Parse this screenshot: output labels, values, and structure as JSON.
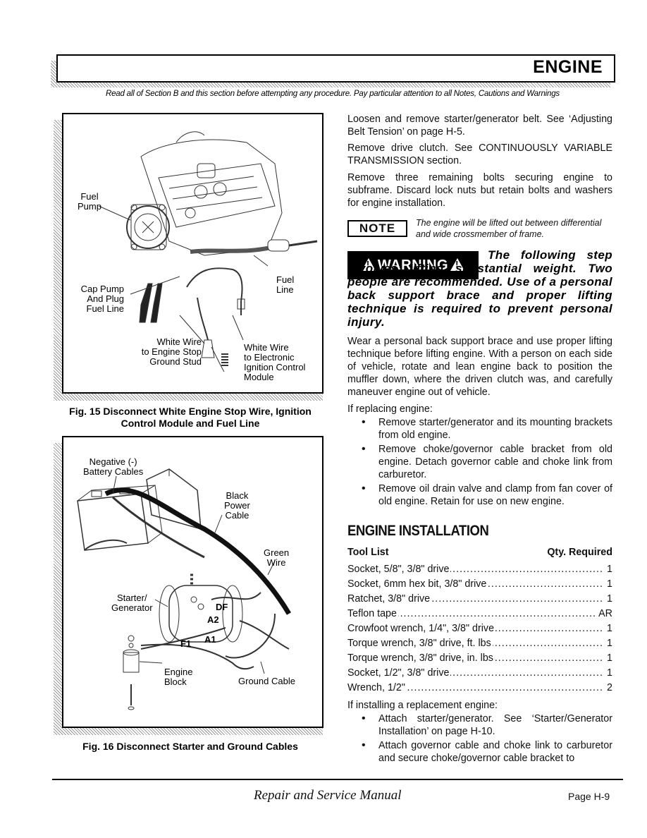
{
  "header": {
    "title": "ENGINE",
    "note": "Read all of Section B and this section before attempting any procedure. Pay particular attention to all Notes, Cautions and Warnings"
  },
  "figure15": {
    "labels": {
      "fuel_pump": "Fuel\nPump",
      "fuel_line": "Fuel\nLine",
      "cap_pump": "Cap Pump\nAnd Plug\nFuel Line",
      "white_wire_stop": "White Wire\nto Engine Stop\nGround Stud",
      "white_wire_ignition": "White Wire\nto Electronic\nIgnition Control\nModule"
    },
    "caption": "Fig. 15  Disconnect White Engine Stop Wire, Ignition Control Module and Fuel Line"
  },
  "figure16": {
    "labels": {
      "negative_cables": "Negative (-)\nBattery Cables",
      "black_power": "Black\nPower\nCable",
      "green_wire": "Green\nWire",
      "starter_generator": "Starter/\nGenerator",
      "df": "DF",
      "a2": "A2",
      "a1": "A1",
      "f1": "F1",
      "engine_block": "Engine\nBlock",
      "ground_cable": "Ground Cable"
    },
    "caption": "Fig. 16  Disconnect Starter and Ground Cables"
  },
  "right_column": {
    "p1": "Loosen and remove starter/generator belt. See ‘Adjusting Belt Tension’ on page H-5.",
    "p2": "Remove drive clutch. See CONTINUOUSLY VARIABLE TRANSMISSION section.",
    "p3": "Remove three remaining bolts securing engine to subframe. Discard lock nuts but retain bolts and washers for engine installation.",
    "note_tag": "NOTE",
    "note_text": "The engine will be lifted out between differential and wide crossmember of frame.",
    "warning_tag": "WARNING",
    "warning_text": "The following step involves lifting substantial weight. Two people are recommended. Use of a personal back support brace and proper lifting technique is required to prevent personal injury.",
    "p4": "Wear a personal back support brace and use proper lifting technique before lifting engine. With a person on each side of vehicle, rotate and lean engine back to position the muffler down, where the driven clutch was, and carefully maneuver engine out of vehicle.",
    "p5": "If replacing engine:",
    "bullets1": [
      "Remove starter/generator and its mounting brackets from old engine.",
      "Remove choke/governor cable bracket from old engine. Detach governor cable and choke link from carburetor.",
      "Remove oil drain valve and clamp from fan cover of old engine. Retain for use on new engine."
    ],
    "section_heading": "ENGINE INSTALLATION",
    "tool_list_label": "Tool List",
    "qty_label": "Qty. Required",
    "tools": [
      {
        "name": "Socket, 5/8\", 3/8\" drive",
        "qty": "1"
      },
      {
        "name": "Socket, 6mm hex bit, 3/8\" drive",
        "qty": "1"
      },
      {
        "name": "Ratchet, 3/8\" drive",
        "qty": "1"
      },
      {
        "name": "Teflon tape",
        "qty": "AR"
      },
      {
        "name": "Crowfoot wrench, 1/4\", 3/8\" drive",
        "qty": "1"
      },
      {
        "name": "Torque wrench, 3/8\" drive, ft. lbs",
        "qty": "1"
      },
      {
        "name": "Torque wrench, 3/8\" drive, in. lbs",
        "qty": "1"
      },
      {
        "name": "Socket, 1/2\", 3/8\" drive",
        "qty": "1"
      },
      {
        "name": "Wrench, 1/2\"",
        "qty": "2"
      }
    ],
    "p6": "If installing a replacement engine:",
    "bullets2": [
      "Attach starter/generator. See ‘Starter/Generator Installation’ on page H-10.",
      "Attach governor cable and choke link to carburetor and secure choke/governor cable bracket to"
    ]
  },
  "footer": {
    "title": "Repair and Service Manual",
    "page": "Page H-9"
  }
}
